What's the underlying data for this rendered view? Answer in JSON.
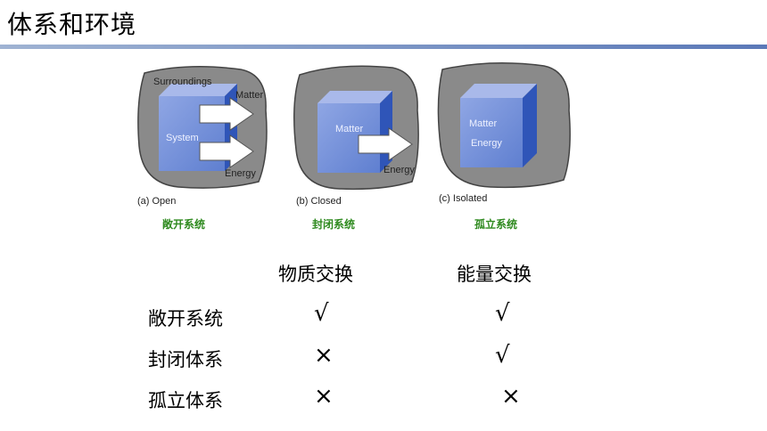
{
  "slide": {
    "title": "体系和环境",
    "accent_color": "#5b79b8"
  },
  "figure": {
    "panels": [
      {
        "id": "open",
        "caption": "(a) Open",
        "caption_cn": "敞开系统",
        "labels": {
          "surroundings": "Surroundings",
          "system": "System",
          "matter": "Matter",
          "energy": "Energy"
        }
      },
      {
        "id": "closed",
        "caption": "(b) Closed",
        "caption_cn": "封闭系统",
        "labels": {
          "matter": "Matter",
          "energy": "Energy"
        }
      },
      {
        "id": "isolated",
        "caption": "(c) Isolated",
        "caption_cn": "孤立系统",
        "labels": {
          "matter": "Matter",
          "energy": "Energy"
        }
      }
    ]
  },
  "table": {
    "columns": [
      "物质交换",
      "能量交换"
    ],
    "rows": [
      {
        "label": "敞开系统",
        "matter": "√",
        "energy": "√"
      },
      {
        "label": "封闭体系",
        "matter": "×",
        "energy": "√"
      },
      {
        "label": "孤立体系",
        "matter": "×",
        "energy": "×"
      }
    ]
  }
}
